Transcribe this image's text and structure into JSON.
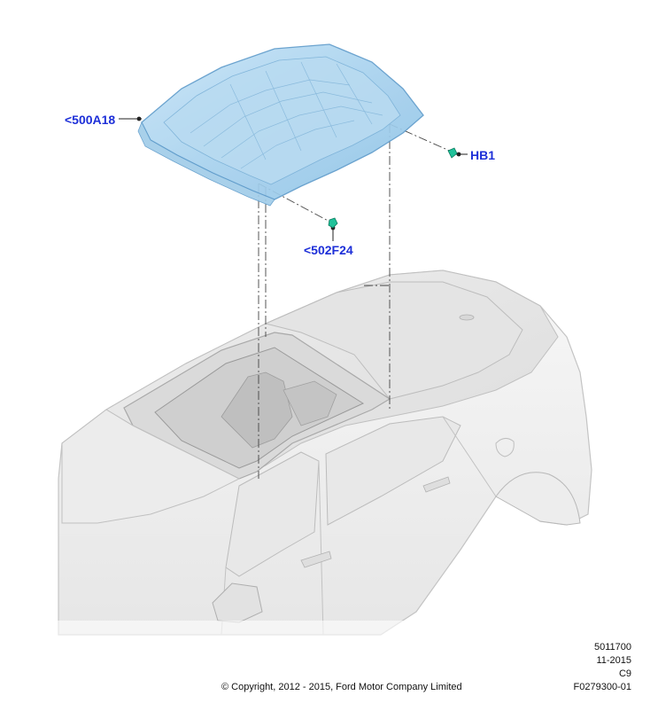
{
  "colors": {
    "callout_text": "#1d2fd8",
    "glass_fill": "#a9d3ee",
    "glass_edge": "#6aa6d0",
    "body_fill": "#f1f1f1",
    "body_line": "#c8c8c8",
    "leader": "#222222",
    "fastener": "#19b58f"
  },
  "callouts": {
    "roof_panel": "<500A18",
    "clip": "HB1",
    "fastener": "<502F24"
  },
  "footer": {
    "drawing_number": "5011700",
    "date": "11-2015",
    "code": "C9",
    "figure_number": "F0279300-01",
    "copyright": "© Copyright, 2012 - 2015, Ford Motor Company Limited"
  }
}
